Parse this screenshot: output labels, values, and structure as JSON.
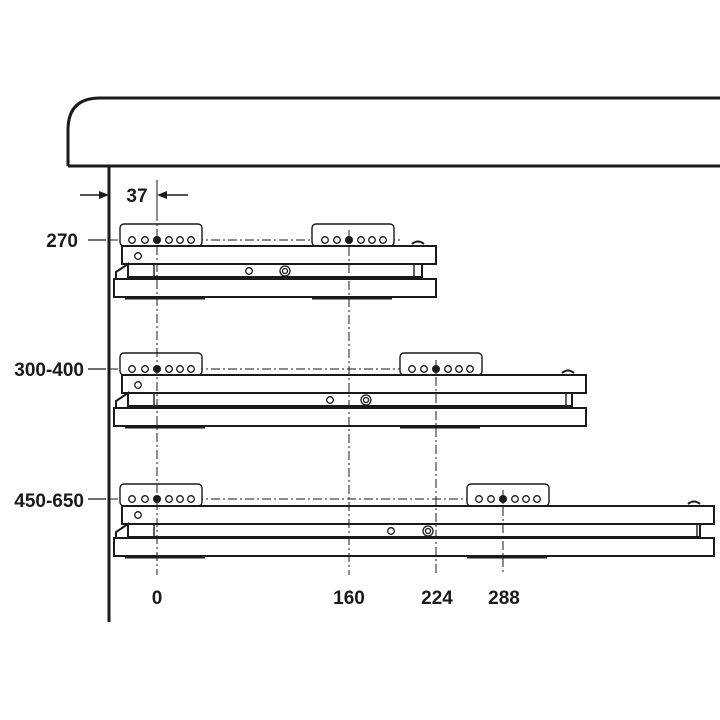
{
  "dimension_offset": "37",
  "rows": [
    {
      "label": "270"
    },
    {
      "label": "300-400"
    },
    {
      "label": "450-650"
    }
  ],
  "bottom_positions": [
    "0",
    "160",
    "224",
    "288"
  ],
  "colors": {
    "line": "#1a1a1a",
    "background": "#ffffff"
  }
}
